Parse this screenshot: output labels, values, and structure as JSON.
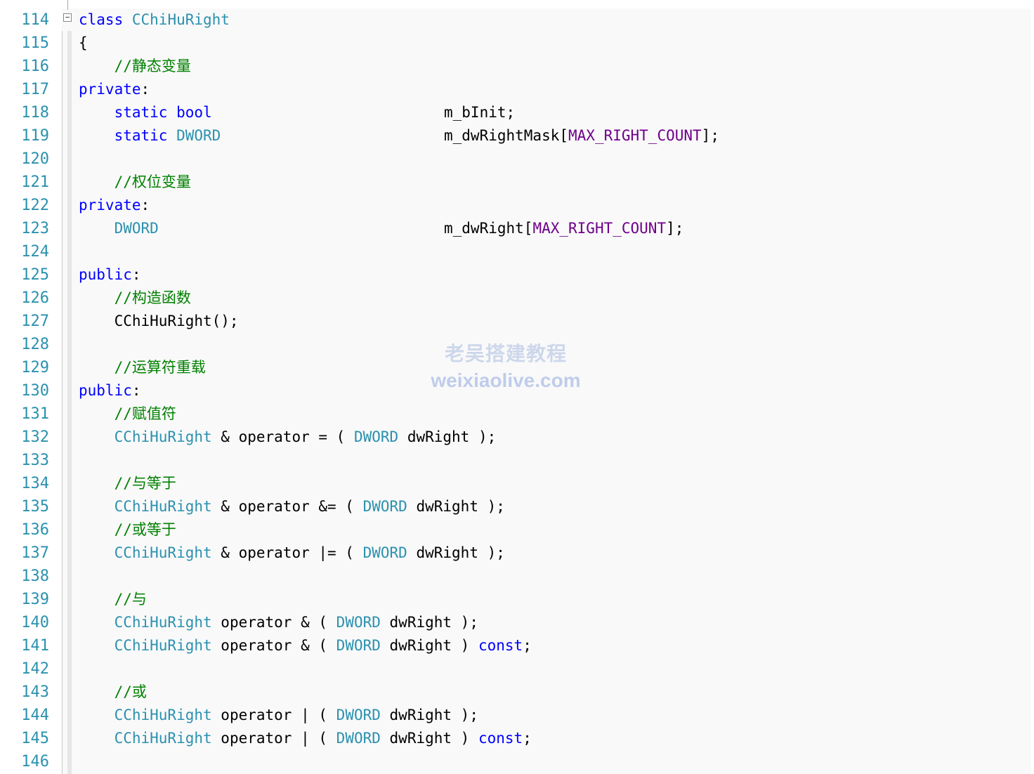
{
  "watermark": {
    "cn": "老吴搭建教程",
    "url": "weixiaolive.com"
  },
  "editor": {
    "colors": {
      "keyword": "#0000ff",
      "type": "#2b91af",
      "macro": "#6f008a",
      "comment": "#008000",
      "line_number": "#2b91af"
    },
    "fold_icon": "collapse-minus-icon",
    "lines": [
      {
        "num": "114",
        "tokens": [
          {
            "t": "class",
            "c": "kw"
          },
          {
            "t": " ",
            "c": "plain"
          },
          {
            "t": "CChiHuRight",
            "c": "type"
          }
        ]
      },
      {
        "num": "115",
        "tokens": [
          {
            "t": "{",
            "c": "plain"
          }
        ]
      },
      {
        "num": "116",
        "tokens": [
          {
            "t": "    //静态变量",
            "c": "comment"
          }
        ]
      },
      {
        "num": "117",
        "tokens": [
          {
            "t": "private",
            "c": "kw"
          },
          {
            "t": ":",
            "c": "plain"
          }
        ]
      },
      {
        "num": "118",
        "tokens": [
          {
            "t": "    ",
            "c": "plain"
          },
          {
            "t": "static",
            "c": "kw"
          },
          {
            "t": " ",
            "c": "plain"
          },
          {
            "t": "bool",
            "c": "kw"
          }
        ],
        "member": [
          {
            "t": "m_bInit;",
            "c": "plain"
          }
        ]
      },
      {
        "num": "119",
        "tokens": [
          {
            "t": "    ",
            "c": "plain"
          },
          {
            "t": "static",
            "c": "kw"
          },
          {
            "t": " ",
            "c": "plain"
          },
          {
            "t": "DWORD",
            "c": "type"
          }
        ],
        "member": [
          {
            "t": "m_dwRightMask[",
            "c": "plain"
          },
          {
            "t": "MAX_RIGHT_COUNT",
            "c": "macro"
          },
          {
            "t": "];",
            "c": "plain"
          }
        ]
      },
      {
        "num": "120",
        "tokens": []
      },
      {
        "num": "121",
        "tokens": [
          {
            "t": "    //权位变量",
            "c": "comment"
          }
        ]
      },
      {
        "num": "122",
        "tokens": [
          {
            "t": "private",
            "c": "kw"
          },
          {
            "t": ":",
            "c": "plain"
          }
        ]
      },
      {
        "num": "123",
        "tokens": [
          {
            "t": "    ",
            "c": "plain"
          },
          {
            "t": "DWORD",
            "c": "type"
          }
        ],
        "member": [
          {
            "t": "m_dwRight[",
            "c": "plain"
          },
          {
            "t": "MAX_RIGHT_COUNT",
            "c": "macro"
          },
          {
            "t": "];",
            "c": "plain"
          }
        ]
      },
      {
        "num": "124",
        "tokens": []
      },
      {
        "num": "125",
        "tokens": [
          {
            "t": "public",
            "c": "kw"
          },
          {
            "t": ":",
            "c": "plain"
          }
        ]
      },
      {
        "num": "126",
        "tokens": [
          {
            "t": "    //构造函数",
            "c": "comment"
          }
        ]
      },
      {
        "num": "127",
        "tokens": [
          {
            "t": "    CChiHuRight();",
            "c": "plain"
          }
        ]
      },
      {
        "num": "128",
        "tokens": []
      },
      {
        "num": "129",
        "tokens": [
          {
            "t": "    //运算符重载",
            "c": "comment"
          }
        ]
      },
      {
        "num": "130",
        "tokens": [
          {
            "t": "public",
            "c": "kw"
          },
          {
            "t": ":",
            "c": "plain"
          }
        ]
      },
      {
        "num": "131",
        "tokens": [
          {
            "t": "    //赋值符",
            "c": "comment"
          }
        ]
      },
      {
        "num": "132",
        "tokens": [
          {
            "t": "    ",
            "c": "plain"
          },
          {
            "t": "CChiHuRight",
            "c": "type"
          },
          {
            "t": " & operator = ( ",
            "c": "plain"
          },
          {
            "t": "DWORD",
            "c": "type"
          },
          {
            "t": " dwRight );",
            "c": "plain"
          }
        ]
      },
      {
        "num": "133",
        "tokens": []
      },
      {
        "num": "134",
        "tokens": [
          {
            "t": "    //与等于",
            "c": "comment"
          }
        ]
      },
      {
        "num": "135",
        "tokens": [
          {
            "t": "    ",
            "c": "plain"
          },
          {
            "t": "CChiHuRight",
            "c": "type"
          },
          {
            "t": " & operator &= ( ",
            "c": "plain"
          },
          {
            "t": "DWORD",
            "c": "type"
          },
          {
            "t": " dwRight );",
            "c": "plain"
          }
        ]
      },
      {
        "num": "136",
        "tokens": [
          {
            "t": "    //或等于",
            "c": "comment"
          }
        ]
      },
      {
        "num": "137",
        "tokens": [
          {
            "t": "    ",
            "c": "plain"
          },
          {
            "t": "CChiHuRight",
            "c": "type"
          },
          {
            "t": " & operator |= ( ",
            "c": "plain"
          },
          {
            "t": "DWORD",
            "c": "type"
          },
          {
            "t": " dwRight );",
            "c": "plain"
          }
        ]
      },
      {
        "num": "138",
        "tokens": []
      },
      {
        "num": "139",
        "tokens": [
          {
            "t": "    //与",
            "c": "comment"
          }
        ]
      },
      {
        "num": "140",
        "tokens": [
          {
            "t": "    ",
            "c": "plain"
          },
          {
            "t": "CChiHuRight",
            "c": "type"
          },
          {
            "t": " operator & ( ",
            "c": "plain"
          },
          {
            "t": "DWORD",
            "c": "type"
          },
          {
            "t": " dwRight );",
            "c": "plain"
          }
        ]
      },
      {
        "num": "141",
        "tokens": [
          {
            "t": "    ",
            "c": "plain"
          },
          {
            "t": "CChiHuRight",
            "c": "type"
          },
          {
            "t": " operator & ( ",
            "c": "plain"
          },
          {
            "t": "DWORD",
            "c": "type"
          },
          {
            "t": " dwRight ) ",
            "c": "plain"
          },
          {
            "t": "const",
            "c": "kw"
          },
          {
            "t": ";",
            "c": "plain"
          }
        ]
      },
      {
        "num": "142",
        "tokens": []
      },
      {
        "num": "143",
        "tokens": [
          {
            "t": "    //或",
            "c": "comment"
          }
        ]
      },
      {
        "num": "144",
        "tokens": [
          {
            "t": "    ",
            "c": "plain"
          },
          {
            "t": "CChiHuRight",
            "c": "type"
          },
          {
            "t": " operator | ( ",
            "c": "plain"
          },
          {
            "t": "DWORD",
            "c": "type"
          },
          {
            "t": " dwRight );",
            "c": "plain"
          }
        ]
      },
      {
        "num": "145",
        "tokens": [
          {
            "t": "    ",
            "c": "plain"
          },
          {
            "t": "CChiHuRight",
            "c": "type"
          },
          {
            "t": " operator | ( ",
            "c": "plain"
          },
          {
            "t": "DWORD",
            "c": "type"
          },
          {
            "t": " dwRight ) ",
            "c": "plain"
          },
          {
            "t": "const",
            "c": "kw"
          },
          {
            "t": ";",
            "c": "plain"
          }
        ]
      },
      {
        "num": "146",
        "tokens": []
      }
    ]
  }
}
